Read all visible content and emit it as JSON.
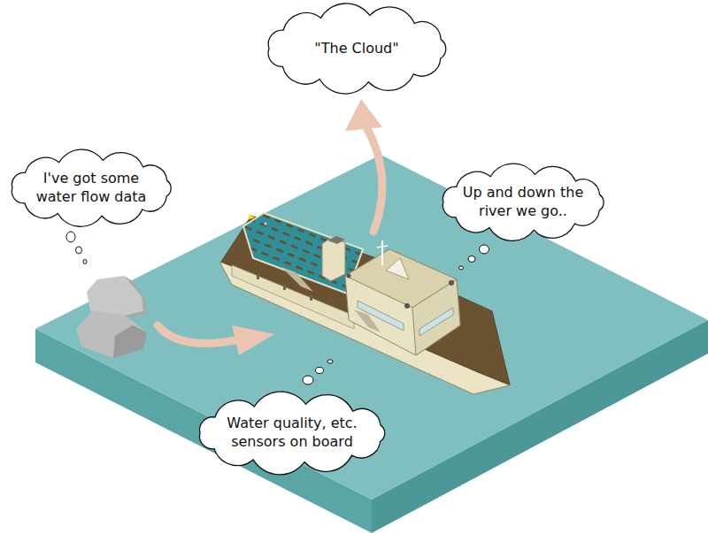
{
  "diagram": {
    "nodes": [
      {
        "text": [
          "\"The Cloud\""
        ]
      },
      {
        "text": [
          "I've got some water flow data"
        ]
      },
      {
        "text": [
          "Up and down the river we go.."
        ]
      },
      {
        "text": [
          "Water quality, etc. sensors on board"
        ]
      }
    ]
  }
}
